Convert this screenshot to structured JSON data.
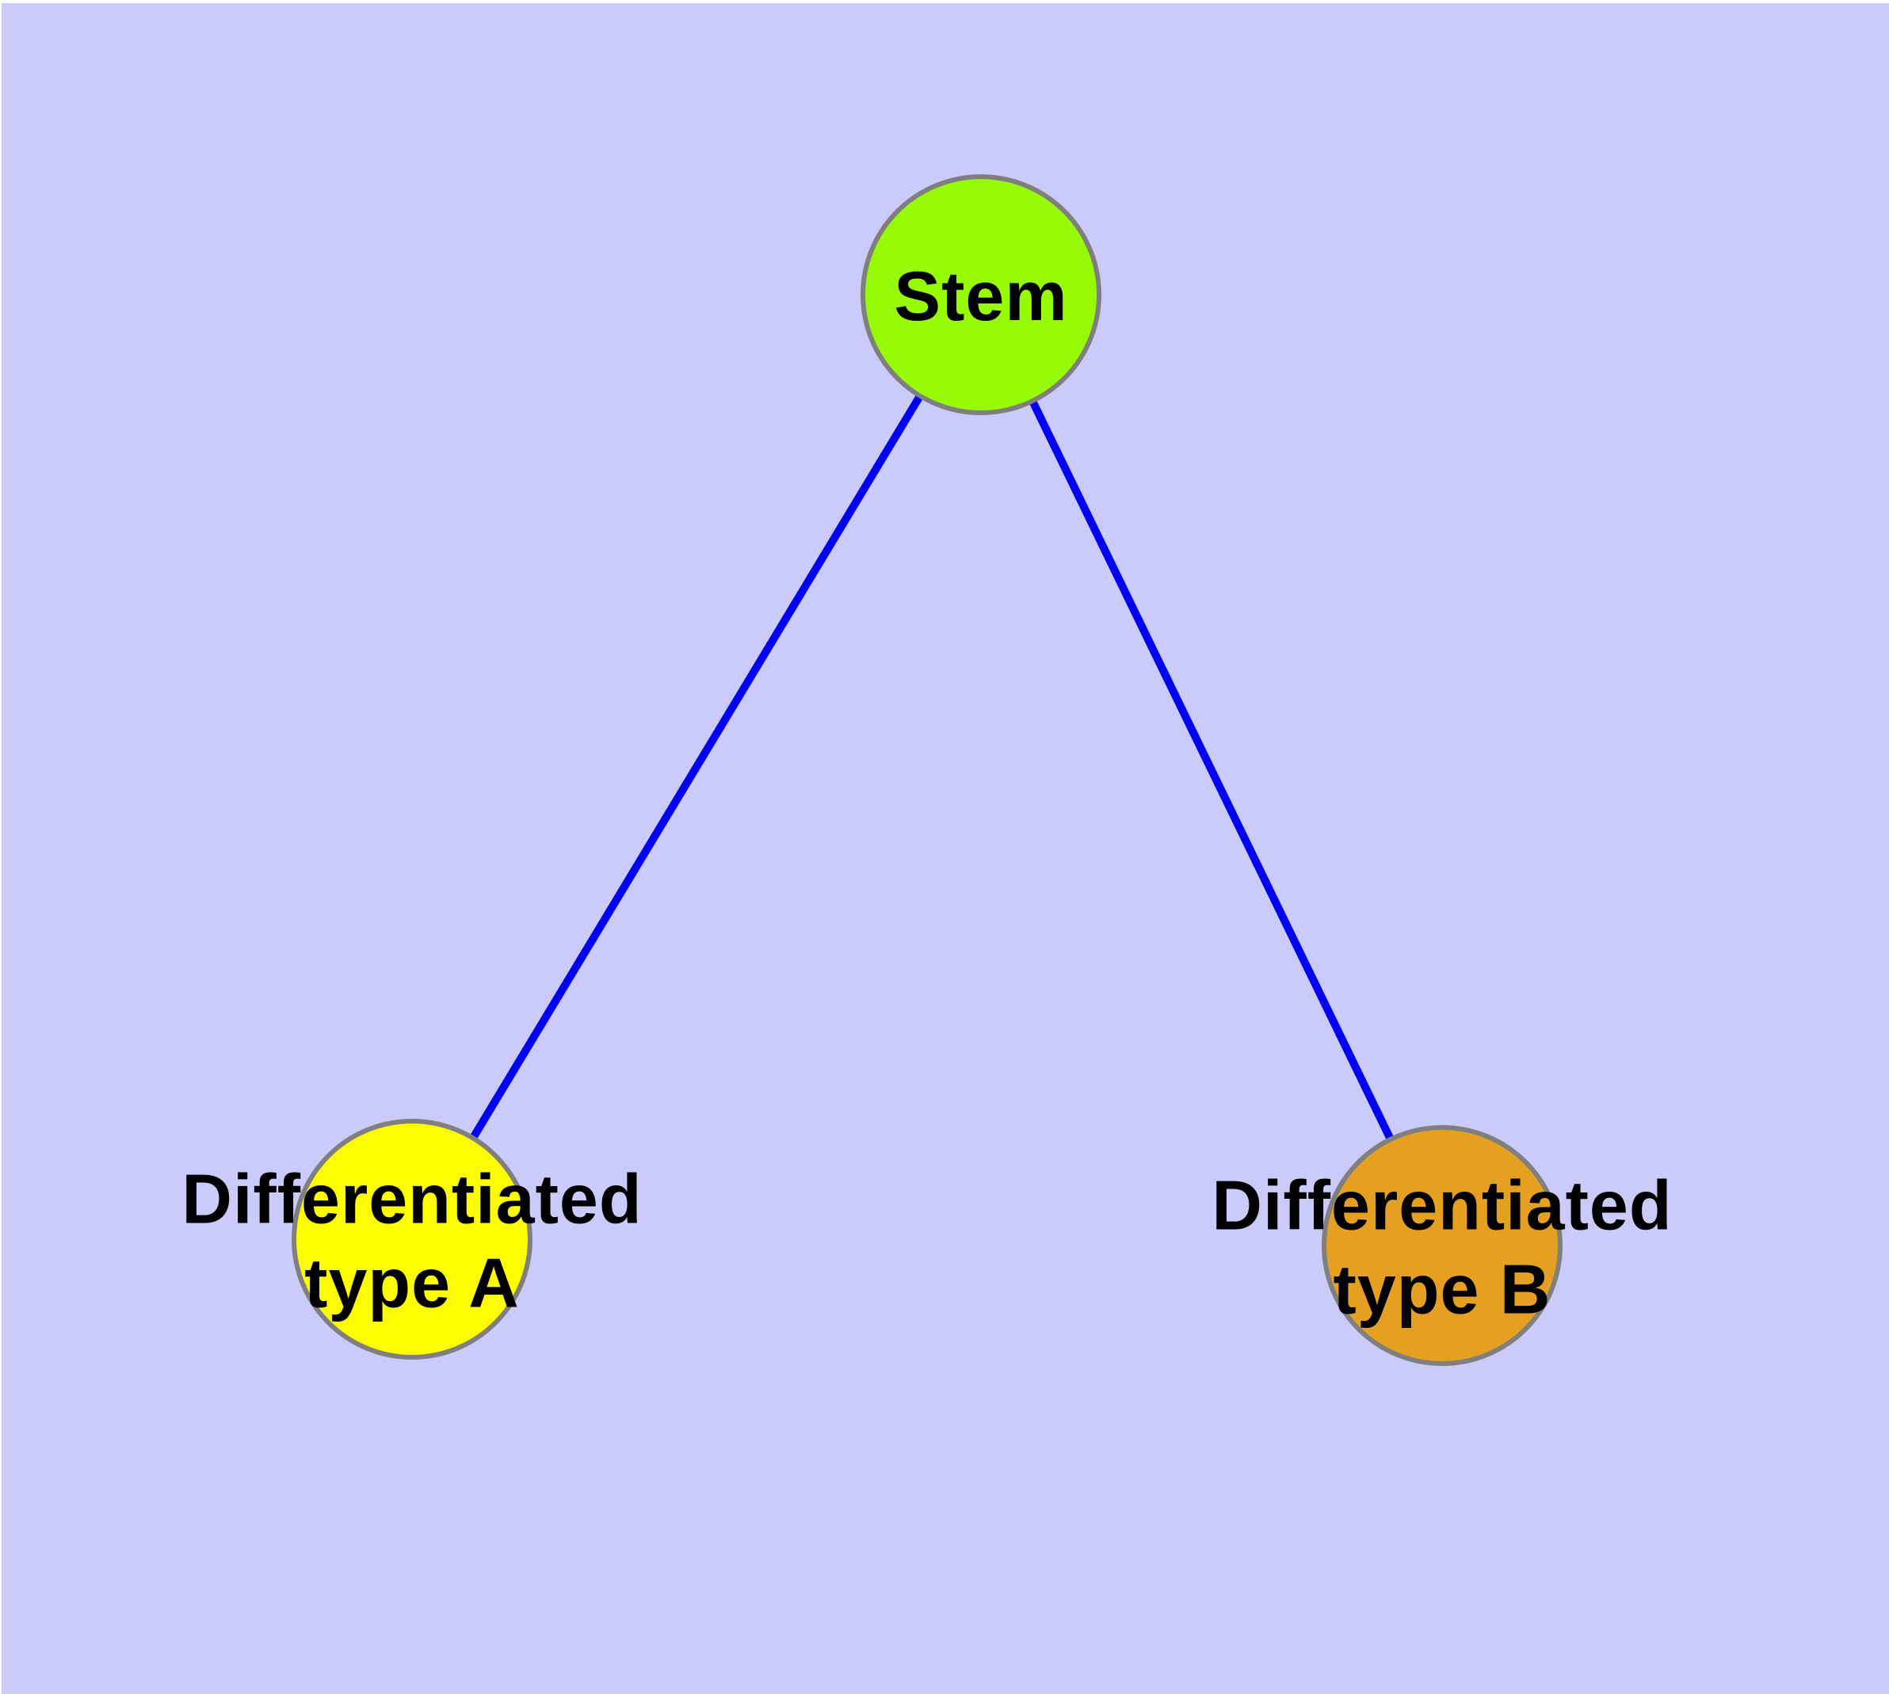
{
  "figure": {
    "background_color": "#cacbfa",
    "text_color": "#000000",
    "node_border_color": "#7f7f7f",
    "edge_color": "#0000f5",
    "nodes": [
      {
        "id": "stem",
        "label": "Stem",
        "lines": [
          "Stem"
        ],
        "fill_color": "#97fb05"
      },
      {
        "id": "differentiated-type-a",
        "label": "Differentiated type A",
        "lines": [
          "Differentiated",
          "type A"
        ],
        "fill_color": "#fdfd00"
      },
      {
        "id": "differentiated-type-b",
        "label": "Differentiated type B",
        "lines": [
          "Differentiated",
          "type B"
        ],
        "fill_color": "#e5a021"
      }
    ],
    "edges": [
      {
        "from": "stem",
        "to": "differentiated-type-a"
      },
      {
        "from": "stem",
        "to": "differentiated-type-b"
      }
    ]
  }
}
